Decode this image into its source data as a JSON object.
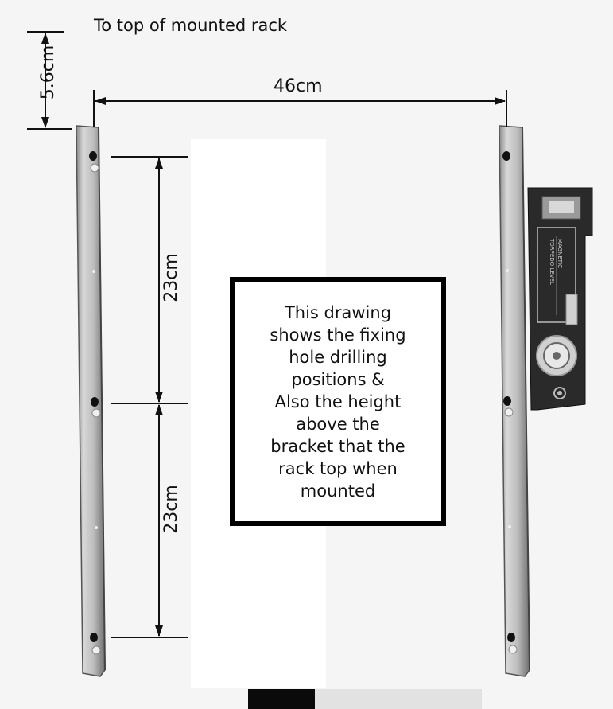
{
  "diagram": {
    "top_label": "To top of mounted rack",
    "dimensions": {
      "top_offset": "5.6cm",
      "bracket_spacing": "46cm",
      "upper_hole_gap": "23cm",
      "lower_hole_gap": "23cm"
    },
    "note": "This drawing\nshows the fixing\nhole drilling\npositions &\nAlso the height\nabove the\nbracket that the\nrack top when\nmounted",
    "level_labels": [
      "MAGNETIC",
      "TORPEDO LEVEL"
    ]
  },
  "colors": {
    "line": "#111111",
    "bracket_light": "#d6d6d6",
    "bracket_dark": "#7a7a7a",
    "level_body": "#2a2a2a"
  }
}
